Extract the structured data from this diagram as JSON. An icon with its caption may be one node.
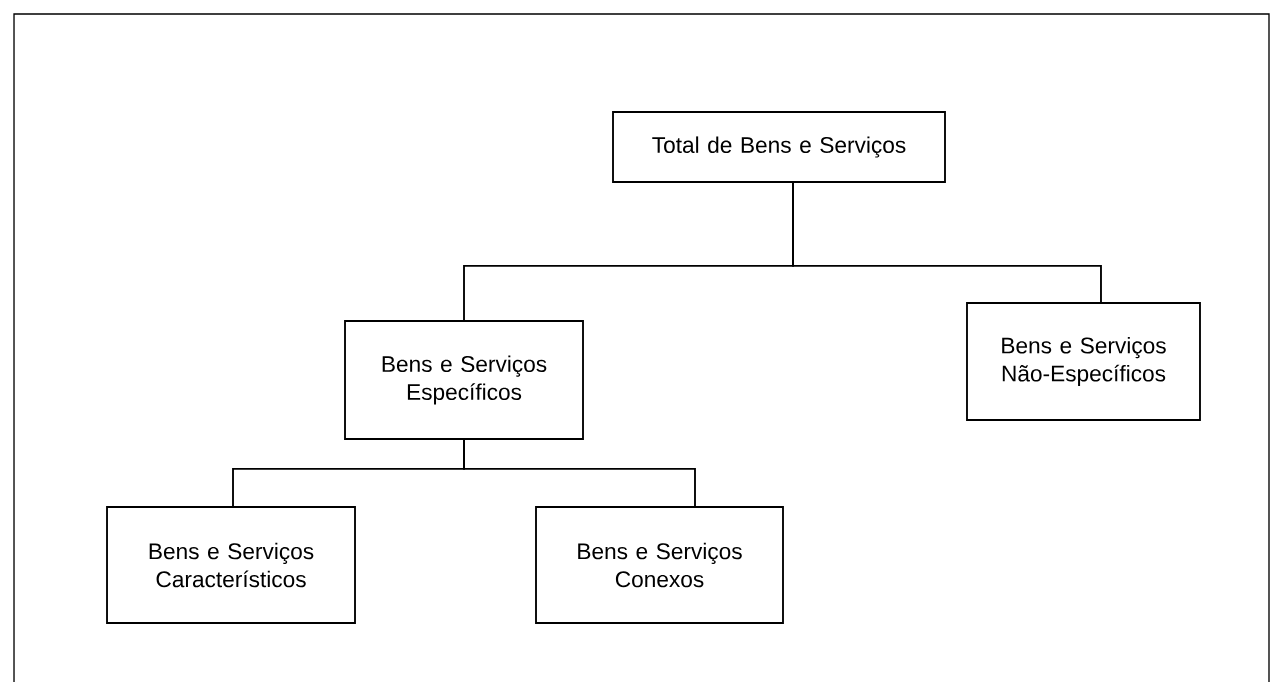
{
  "diagram": {
    "nodes": [
      {
        "text": [
          "Total de Bens e Serviços"
        ]
      },
      {
        "text": [
          "Bens e Serviços Específicos"
        ]
      },
      {
        "text": [
          "Bens e Serviços Não-Específicos"
        ]
      },
      {
        "text": [
          "Bens e Serviços Característicos"
        ]
      },
      {
        "text": [
          "Bens e Serviços Conexos"
        ]
      }
    ],
    "edges": [
      {
        "from": 0,
        "to": 1,
        "arrow": "none"
      },
      {
        "from": 0,
        "to": 2,
        "arrow": "none"
      },
      {
        "from": 1,
        "to": 3,
        "arrow": "none"
      },
      {
        "from": 1,
        "to": 4,
        "arrow": "none"
      }
    ]
  }
}
